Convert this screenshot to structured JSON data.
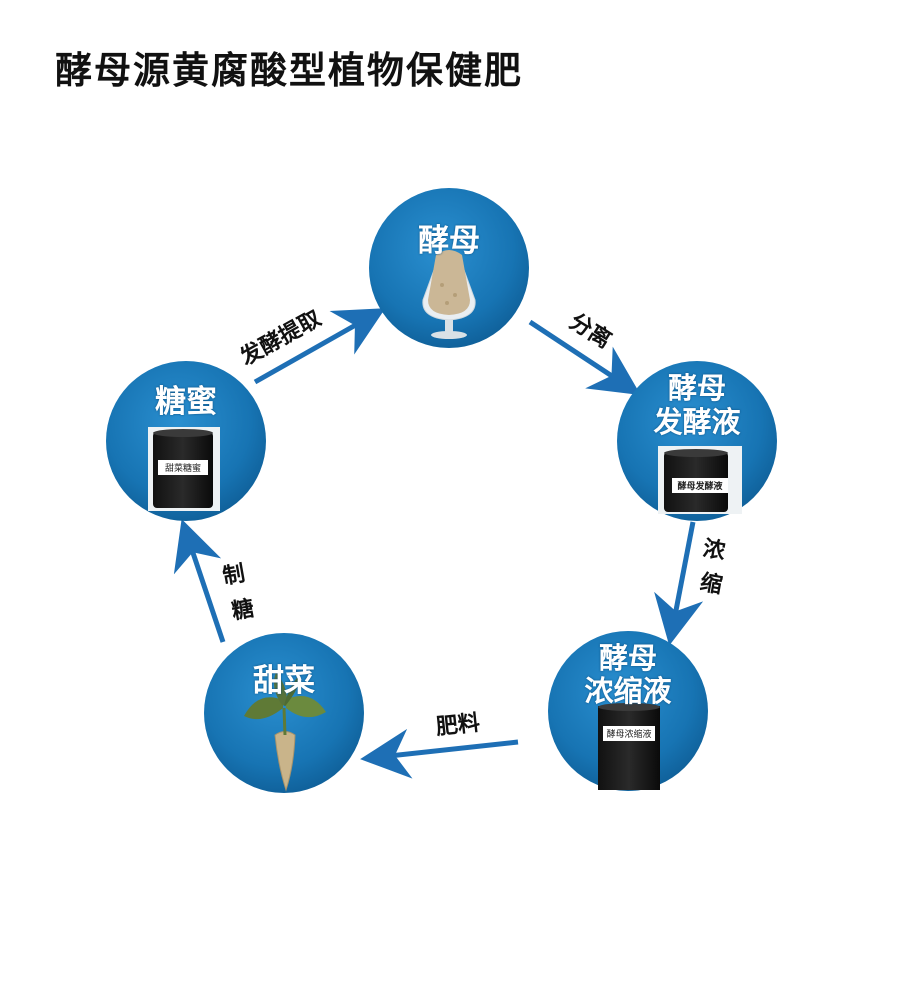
{
  "title": "酵母源黄腐酸型植物保健肥",
  "colors": {
    "node": "#1774b3",
    "arrow": "#1e6fb5",
    "title": "#111111"
  },
  "nodes": {
    "yeast": {
      "label": "酵母"
    },
    "ferment": {
      "label_line1": "酵母",
      "label_line2": "发酵液",
      "jar_text": "酵母发酵液"
    },
    "concentrate": {
      "label_line1": "酵母",
      "label_line2": "浓缩液",
      "jar_text": "酵母浓缩液"
    },
    "beet": {
      "label": "甜菜"
    },
    "molasses": {
      "label": "糖蜜",
      "jar_text": "甜菜糖蜜"
    }
  },
  "steps": {
    "separate": "分离",
    "concentrate_1": "浓",
    "concentrate_2": "缩",
    "fertilizer": "肥料",
    "sugar_1": "制",
    "sugar_2": "糖",
    "ferment_extract": "发酵提取"
  }
}
